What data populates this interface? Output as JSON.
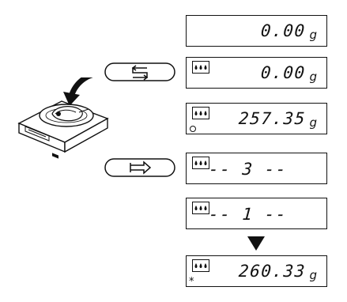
{
  "displays": [
    {
      "value": "0.00",
      "unit": "g"
    },
    {
      "value": "0.00",
      "unit": "g"
    },
    {
      "value": "257.35",
      "unit": "g"
    },
    {
      "value": "-- 3 --"
    },
    {
      "value": "-- 1 --"
    },
    {
      "value": "260.33",
      "unit": "g"
    }
  ],
  "indicators": {
    "stability": "o",
    "calculated": "*"
  },
  "icons": {
    "tare_key": "tare-key-icon",
    "function_key": "function-key-icon",
    "app_symbol": "drops-icon"
  }
}
